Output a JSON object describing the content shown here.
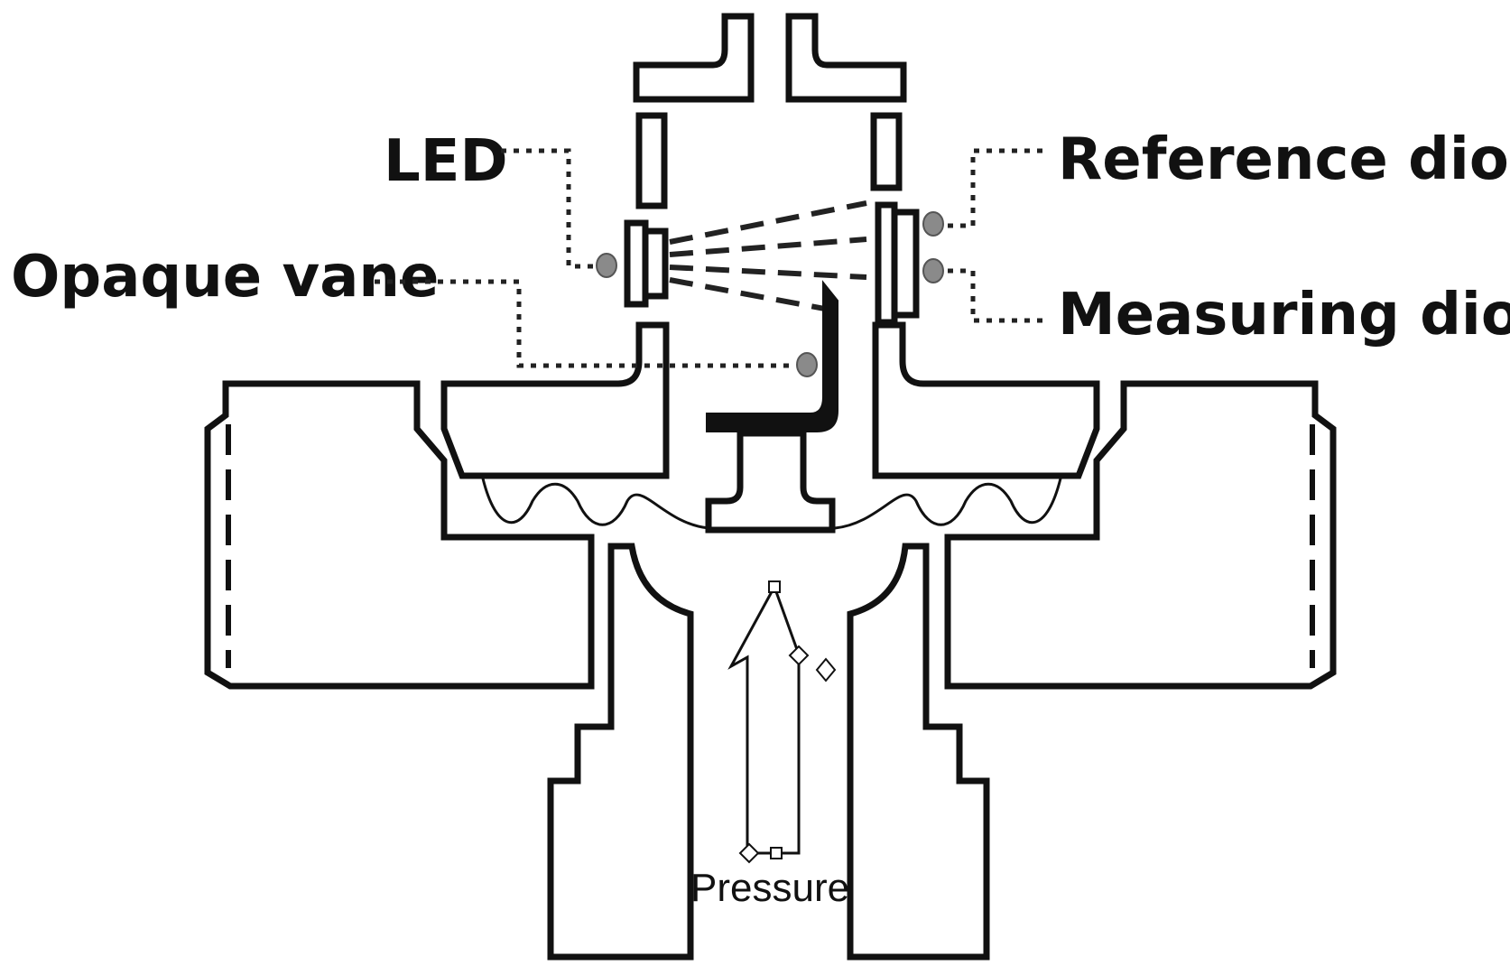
{
  "labels": {
    "led": "LED",
    "opaque_vane": "Opaque vane",
    "reference_diode": "Reference diode",
    "measuring_diode": "Measuring diode",
    "pressure": "Pressure"
  },
  "colors": {
    "stroke": "#111111",
    "marker_dot": "#8a8a8a",
    "background": "#ffffff"
  }
}
